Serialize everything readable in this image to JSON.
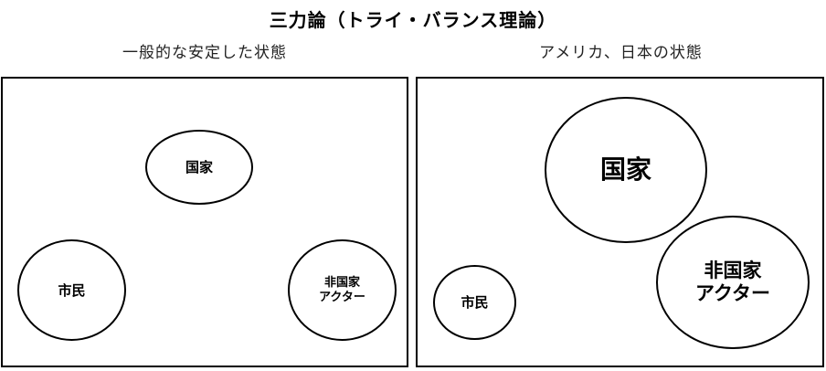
{
  "title": "三力論（トライ・バランス理論）",
  "panels": [
    {
      "caption": "一般的な安定した状態",
      "nodes": {
        "state": {
          "label": "国家"
        },
        "citizens": {
          "label": "市民"
        },
        "nonstate": {
          "line1": "非国家",
          "line2": "アクター"
        }
      }
    },
    {
      "caption": "アメリカ、日本の状態",
      "nodes": {
        "state": {
          "label": "国家"
        },
        "citizens": {
          "label": "市民"
        },
        "nonstate": {
          "line1": "非国家",
          "line2": "アクター"
        }
      }
    }
  ]
}
